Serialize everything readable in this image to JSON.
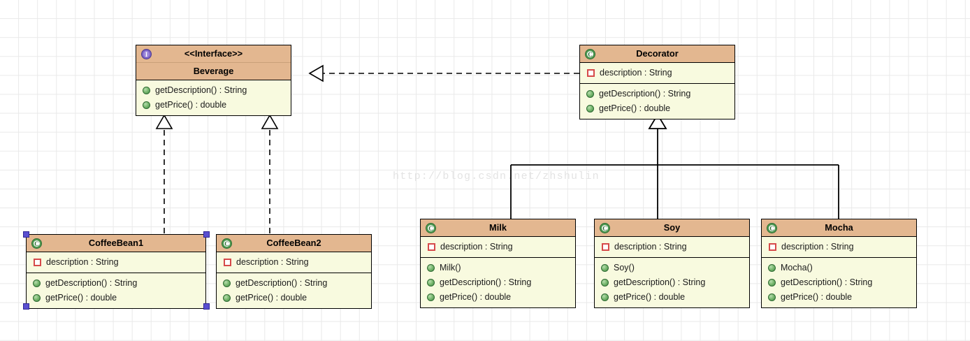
{
  "diagram": {
    "type": "uml-class-diagram",
    "watermark": "http://blog.csdn.net/zhshulin",
    "colors": {
      "header_fill": "#e3b790",
      "body_fill": "#f8fadf",
      "border": "#000000",
      "grid": "#e9e9e9",
      "selection_handle": "#5a4fd0",
      "method_icon": "#3f8a43",
      "field_icon": "#d64a4a",
      "interface_icon": "#6b55b5",
      "watermark_text": "#e3e3e3"
    },
    "classes": [
      {
        "id": "beverage",
        "stereotype": "<<Interface>>",
        "name": "Beverage",
        "icon": "interface-icon",
        "selected": false,
        "fields": [],
        "methods": [
          "getDescription() : String",
          "getPrice() : double"
        ]
      },
      {
        "id": "decorator",
        "stereotype": "",
        "name": "Decorator",
        "icon": "class-icon",
        "selected": false,
        "fields": [
          "description : String"
        ],
        "methods": [
          "getDescription() : String",
          "getPrice() : double"
        ]
      },
      {
        "id": "coffeebean1",
        "stereotype": "",
        "name": "CoffeeBean1",
        "icon": "class-icon",
        "selected": true,
        "fields": [
          "description : String"
        ],
        "methods": [
          "getDescription() : String",
          "getPrice() : double"
        ]
      },
      {
        "id": "coffeebean2",
        "stereotype": "",
        "name": "CoffeeBean2",
        "icon": "class-icon",
        "selected": false,
        "fields": [
          "description : String"
        ],
        "methods": [
          "getDescription() : String",
          "getPrice() : double"
        ]
      },
      {
        "id": "milk",
        "stereotype": "",
        "name": "Milk",
        "icon": "class-icon",
        "selected": false,
        "fields": [
          "description : String"
        ],
        "methods": [
          "Milk()",
          "getDescription() : String",
          "getPrice() : double"
        ]
      },
      {
        "id": "soy",
        "stereotype": "",
        "name": "Soy",
        "icon": "class-icon",
        "selected": false,
        "fields": [
          "description : String"
        ],
        "methods": [
          "Soy()",
          "getDescription() : String",
          "getPrice() : double"
        ]
      },
      {
        "id": "mocha",
        "stereotype": "",
        "name": "Mocha",
        "icon": "class-icon",
        "selected": false,
        "fields": [
          "description : String"
        ],
        "methods": [
          "Mocha()",
          "getDescription() : String",
          "getPrice() : double"
        ]
      }
    ],
    "relationships": [
      {
        "from": "decorator",
        "to": "beverage",
        "kind": "realization"
      },
      {
        "from": "coffeebean1",
        "to": "beverage",
        "kind": "realization"
      },
      {
        "from": "coffeebean2",
        "to": "beverage",
        "kind": "realization"
      },
      {
        "from": "milk",
        "to": "decorator",
        "kind": "generalization"
      },
      {
        "from": "soy",
        "to": "decorator",
        "kind": "generalization"
      },
      {
        "from": "mocha",
        "to": "decorator",
        "kind": "generalization"
      }
    ]
  }
}
